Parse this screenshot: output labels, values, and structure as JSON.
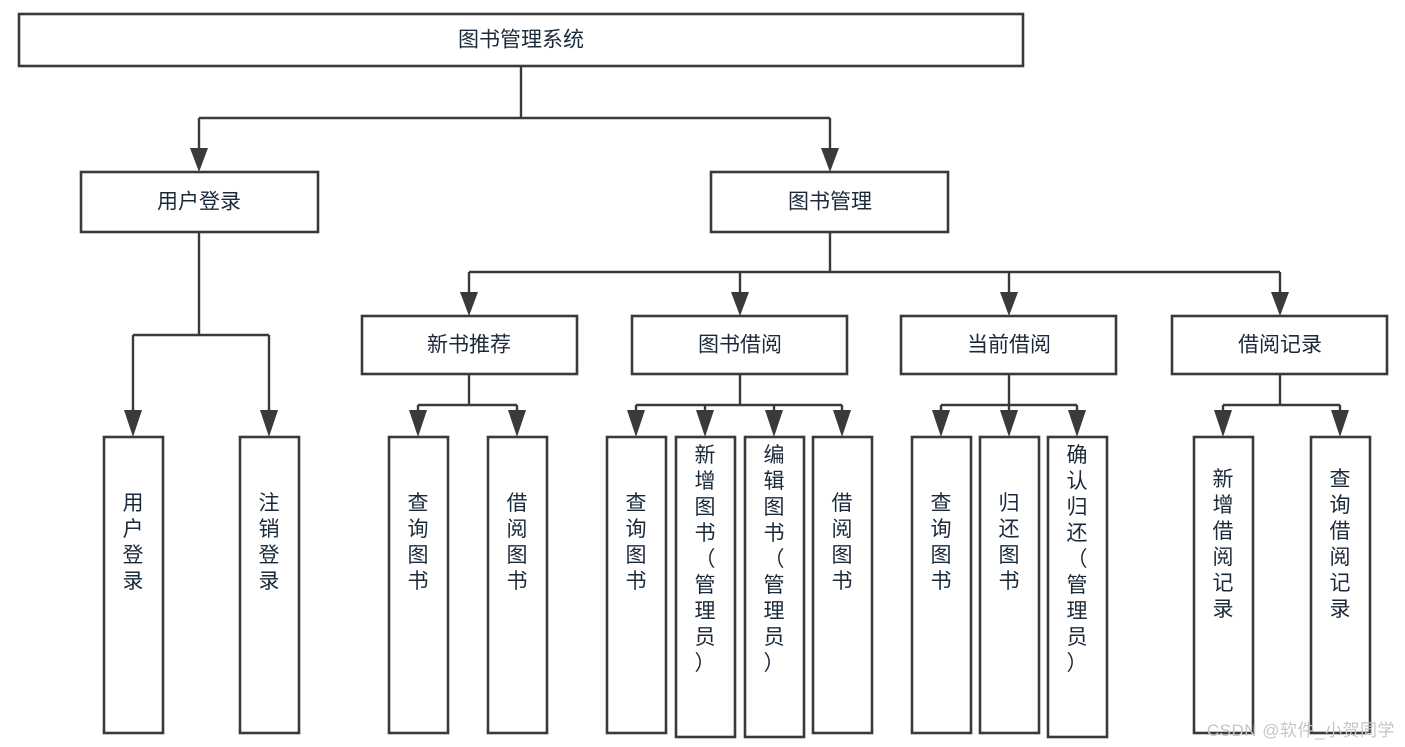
{
  "diagram": {
    "title": "图书管理系统",
    "type": "hierarchy-tree",
    "orientation": "top-down",
    "watermark": "CSDN @软件_小贺同学",
    "colors": {
      "box_stroke": "#3a3a3a",
      "box_fill": "#ffffff",
      "connector": "#3a3a3a",
      "text": "#1b2a3a",
      "watermark": "#c6c6c6",
      "background": "#ffffff"
    },
    "levels": {
      "root": {
        "label": "图书管理系统"
      },
      "level2": [
        {
          "id": "user-login",
          "label": "用户登录"
        },
        {
          "id": "book-manage",
          "label": "图书管理"
        }
      ],
      "level3": [
        {
          "id": "new-book-recommend",
          "label": "新书推荐"
        },
        {
          "id": "book-borrow",
          "label": "图书借阅"
        },
        {
          "id": "current-borrow",
          "label": "当前借阅"
        },
        {
          "id": "borrow-record",
          "label": "借阅记录"
        }
      ],
      "leaves": {
        "user_login": [
          {
            "id": "leaf-user-login",
            "label": "用户登录"
          },
          {
            "id": "leaf-logout-login",
            "label": "注销登录"
          }
        ],
        "new_book_recommend": [
          {
            "id": "leaf-query-book-1",
            "label": "查询图书"
          },
          {
            "id": "leaf-borrow-book-1",
            "label": "借阅图书"
          }
        ],
        "book_borrow": [
          {
            "id": "leaf-query-book-2",
            "label": "查询图书"
          },
          {
            "id": "leaf-add-book",
            "label": "新增图书（管理员）"
          },
          {
            "id": "leaf-edit-book",
            "label": "编辑图书（管理员）"
          },
          {
            "id": "leaf-borrow-book-2",
            "label": "借阅图书"
          }
        ],
        "current_borrow": [
          {
            "id": "leaf-query-book-3",
            "label": "查询图书"
          },
          {
            "id": "leaf-return-book",
            "label": "归还图书"
          },
          {
            "id": "leaf-confirm-return",
            "label": "确认归还（管理员）"
          }
        ],
        "borrow_record": [
          {
            "id": "leaf-add-record",
            "label": "新增借阅记录"
          },
          {
            "id": "leaf-query-record",
            "label": "查询借阅记录"
          }
        ]
      }
    }
  }
}
